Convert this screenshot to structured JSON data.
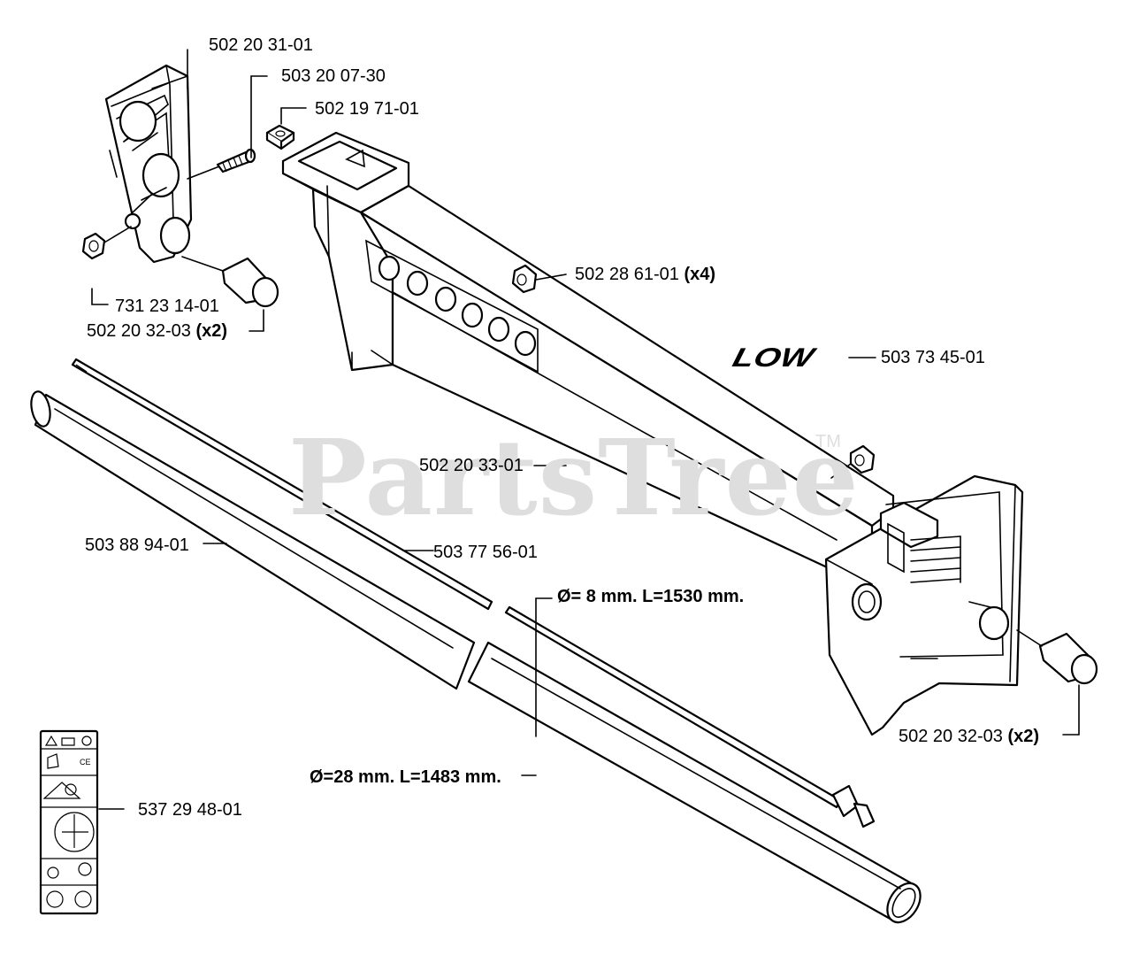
{
  "watermark": {
    "brand": "PartsTree",
    "trademark": "TM"
  },
  "labels": {
    "handle": "502 20 31-01",
    "screw": "503 20 07-30",
    "square_nut": "502 19 71-01",
    "clip": "502 28 61-01",
    "clip_qty": "(x4)",
    "decal_part": "503 73 45-01",
    "decal_text": "LOW",
    "nut": "731 23 14-01",
    "cap_left": "502 20 32-03",
    "cap_left_qty": "(x2)",
    "housing": "502 20 33-01",
    "tube": "503 88 94-01",
    "shaft": "503 77 56-01",
    "shaft_dim": "Ø= 8 mm. L=1530 mm.",
    "cap_right": "502 20 32-03",
    "cap_right_qty": "(x2)",
    "tube_dim": "Ø=28 mm. L=1483 mm.",
    "warning_label": "537 29 48-01"
  }
}
